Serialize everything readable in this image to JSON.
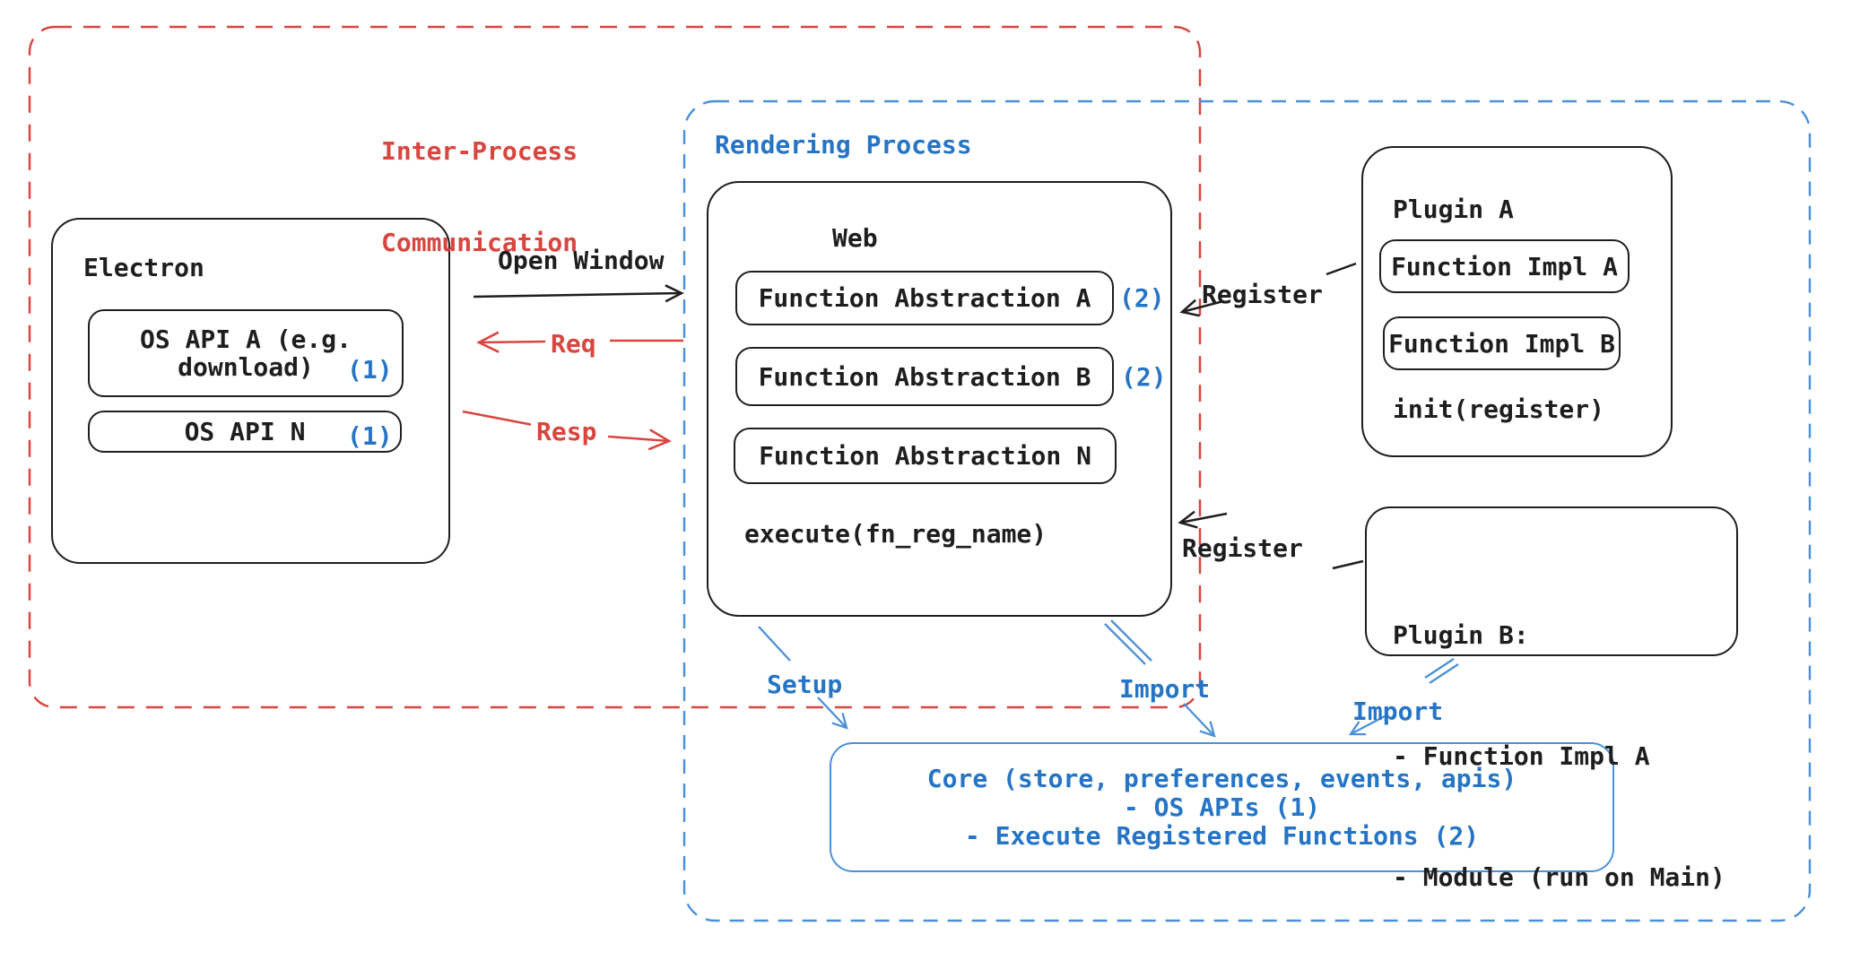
{
  "colors": {
    "red": "#d9453f",
    "blue_text": "#2674c5",
    "blue_border": "#4a90d9",
    "black": "#1e1e1e",
    "background": "#ffffff"
  },
  "ipc_region": {
    "label_line1": "Inter-Process",
    "label_line2": "Communication"
  },
  "rendering_region": {
    "label": "Rendering Process"
  },
  "electron": {
    "title": "Electron",
    "api_a_line1": "OS API A (e.g.",
    "api_a_line2": "download)",
    "api_a_badge": "(1)",
    "api_n_label": "OS API N",
    "api_n_badge": "(1)"
  },
  "web": {
    "title": "Web",
    "fa_a_label": "Function Abstraction A",
    "fa_a_badge": "(2)",
    "fa_b_label": "Function Abstraction B",
    "fa_b_badge": "(2)",
    "fa_n_label": "Function Abstraction N",
    "execute_label": "execute(fn_reg_name)"
  },
  "plugin_a": {
    "title": "Plugin A",
    "impl_a_label": "Function Impl A",
    "impl_b_label": "Function Impl B",
    "init_label": "init(register)"
  },
  "plugin_b": {
    "title": "Plugin B:",
    "item1": "- Function Impl A",
    "item2": "- Module (run on Main)"
  },
  "core": {
    "line1": "Core (store, preferences, events, apis)",
    "line2": "- OS APIs (1)",
    "line3": "- Execute Registered Functions (2)"
  },
  "arrows": {
    "open_window": "Open Window",
    "req": "Req",
    "resp": "Resp",
    "register_top": "Register",
    "register_bottom": "Register",
    "setup": "Setup",
    "import_web": "Import",
    "import_plugin": "Import"
  }
}
